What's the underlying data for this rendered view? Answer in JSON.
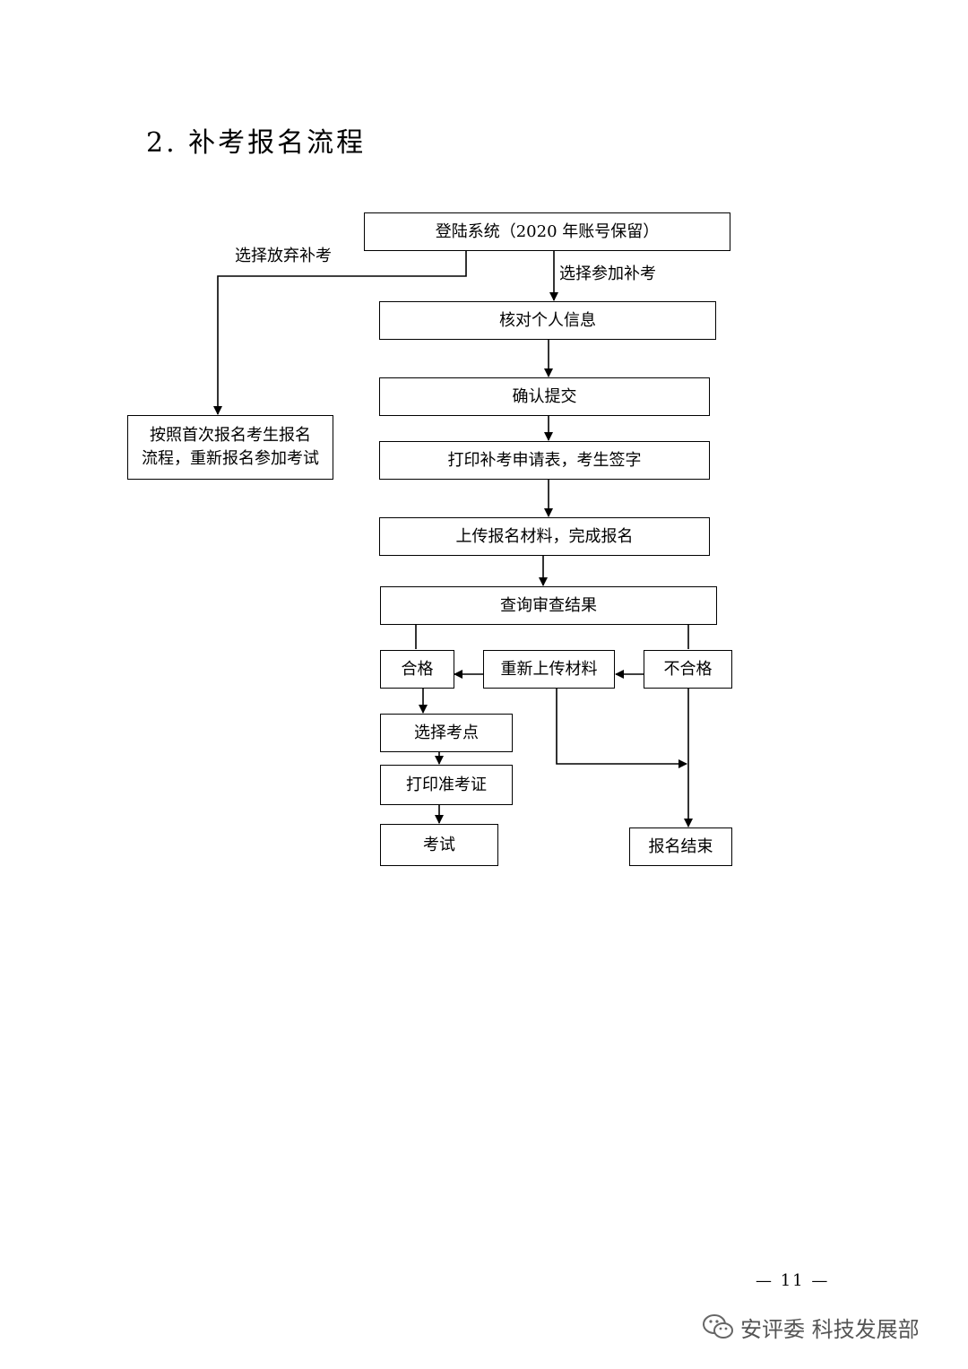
{
  "document": {
    "section_title": "2. 补考报名流程",
    "page_number": "— 11 —"
  },
  "flowchart": {
    "nodes": {
      "login": "登陆系统（2020 年账号保留）",
      "verify_info": "核对个人信息",
      "confirm_submit": "确认提交",
      "print_form": "打印补考申请表，考生签字",
      "upload_materials": "上传报名材料，完成报名",
      "query_result": "查询审查结果",
      "qualified": "合格",
      "reupload": "重新上传材料",
      "unqualified": "不合格",
      "choose_site": "选择考点",
      "print_ticket": "打印准考证",
      "exam": "考试",
      "end_registration": "报名结束",
      "restart_line1": "按照首次报名考生报名",
      "restart_line2": "流程，重新报名参加考试"
    },
    "edge_labels": {
      "give_up": "选择放弃补考",
      "participate": "选择参加补考"
    }
  },
  "watermark": {
    "text": "安评委 科技发展部",
    "icon": "wechat-icon"
  }
}
